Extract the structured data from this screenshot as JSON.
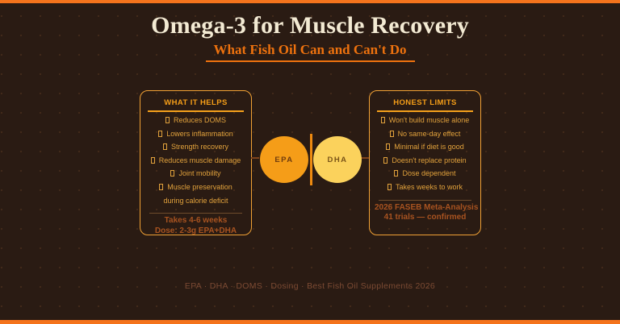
{
  "page": {
    "title": "Omega-3 for Muscle Recovery",
    "subtitle": "What Fish Oil Can and Can't Do",
    "footer_tagline": "EPA · DHA · DOMS · Dosing · Best Fish Oil Supplements 2026"
  },
  "cards": [
    {
      "title": "WHAT IT HELPS",
      "items": [
        "Reduces DOMS",
        "Lowers inflammation",
        "Strength recovery",
        "Reduces muscle damage",
        "Joint mobility",
        "Muscle preservation",
        "during calorie deficit"
      ],
      "footnote_lines": [
        "Takes 4-6 weeks",
        "Dose: 2-3g EPA+DHA"
      ]
    },
    {
      "title": "HONEST LIMITS",
      "items": [
        "Won't build muscle alone",
        "No same-day effect",
        "Minimal if diet is good",
        "Doesn't replace protein",
        "Dose dependent",
        "Takes weeks to work"
      ],
      "footnote_lines": [
        "2026 FASEB Meta-Analysis",
        "41 trials — confirmed"
      ]
    }
  ],
  "venn": {
    "left_label": "EPA",
    "right_label": "DHA"
  },
  "icons": {
    "list_bullet": "□"
  },
  "colors": {
    "background": "#2a1b13",
    "accent_bar": "#f4731c",
    "title_text": "#f3ead3",
    "subtitle_orange": "#ee720e",
    "card_border": "#f0a135",
    "card_header": "#f59e18",
    "item_text": "#e2a23c",
    "footnote_text": "#a85320",
    "epa_fill": "#f59d18",
    "dha_fill": "#fbd25c",
    "tagline_text": "#7b4a33"
  }
}
